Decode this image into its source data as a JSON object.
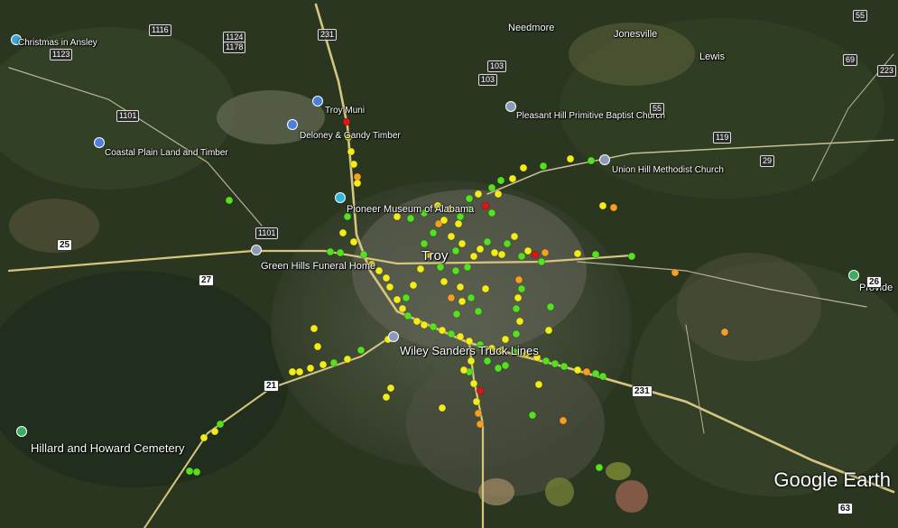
{
  "labels": {
    "christmas": "Christmas in Ansley",
    "needmore": "Needmore",
    "jonesville": "Jonesville",
    "lewis": "Lewis",
    "troy_muni": "Troy Muni",
    "deloney": "Deloney & Gandy Timber",
    "pleasant_hill": "Pleasant Hill Primitive Baptist Church",
    "coastal": "Coastal Plain Land and Timber",
    "union_hill": "Union Hill Methodist Church",
    "pioneer": "Pioneer Museum of Alabama",
    "troy": "Troy",
    "green_hills": "Green Hills Funeral Home",
    "provide": "Provide",
    "wiley": "Wiley Sanders Truck Lines",
    "hillard": "Hillard and Howard Cemetery"
  },
  "shields": {
    "s1116": "1116",
    "s1124": "1124",
    "s1123": "1123",
    "s1178": "1178",
    "s231a": "231",
    "s103a": "103",
    "s103b": "103",
    "s55a": "55",
    "s55b": "55",
    "s69": "69",
    "s223": "223",
    "s1101a": "1101",
    "s1101b": "1101",
    "s119": "119",
    "s29": "29",
    "s25": "25",
    "s27": "27",
    "s26": "26",
    "s21": "21",
    "s231b": "231",
    "s63": "63"
  },
  "watermark": "Google Earth",
  "colors": {
    "green": "#55e020",
    "yellow": "#f2ec1a",
    "orange": "#f5a023",
    "red": "#e01515",
    "road": "#e8d68a"
  },
  "icons": {
    "place_pin": "place-pin-icon",
    "church_pin": "church-pin-icon",
    "museum_pin": "museum-pin-icon",
    "airport_pin": "airport-pin-icon",
    "cemetery_pin": "cemetery-pin-icon"
  }
}
